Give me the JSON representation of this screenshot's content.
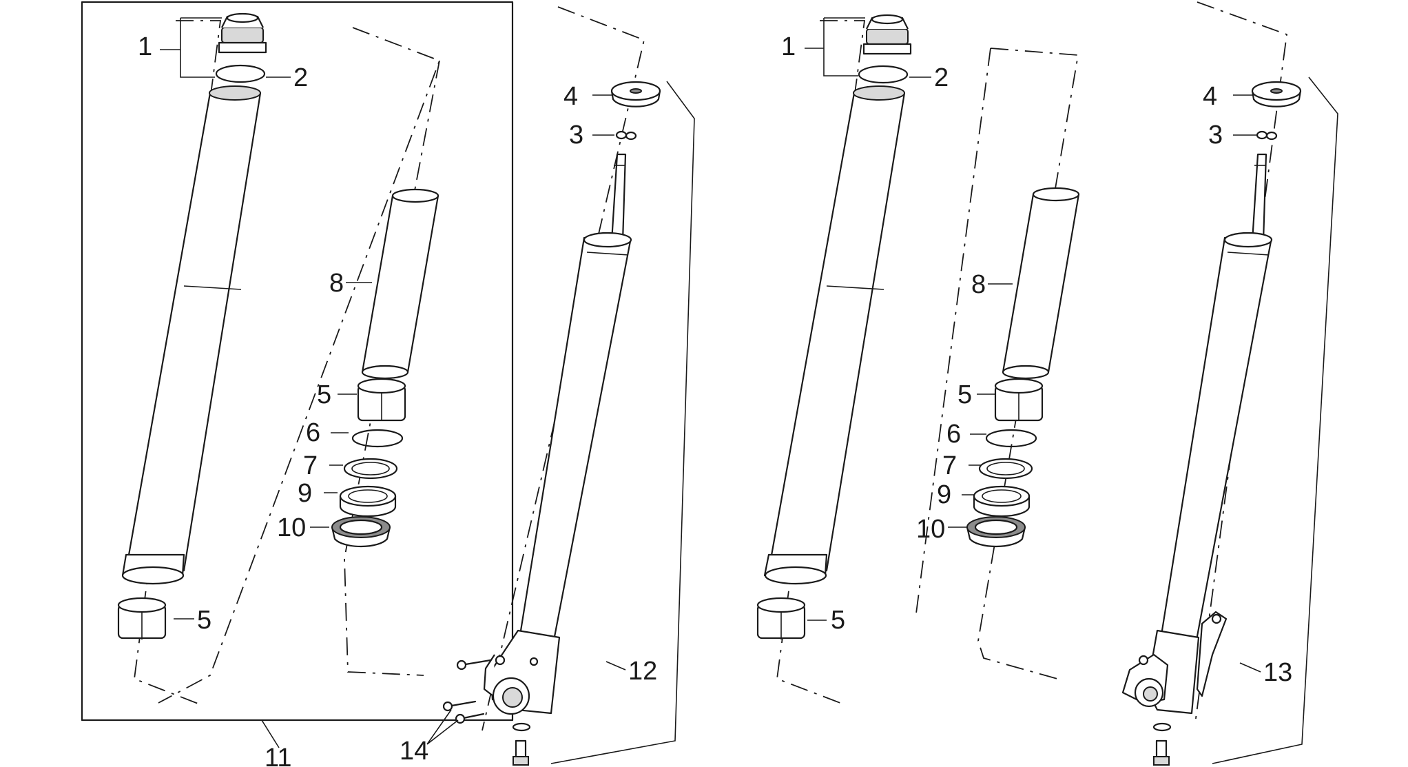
{
  "labels": {
    "l1": "1",
    "l2": "2",
    "l3": "3",
    "l4": "4",
    "l5a": "5",
    "l5b": "5",
    "l6": "6",
    "l7": "7",
    "l8": "8",
    "l9": "9",
    "l10": "10",
    "l11": "11",
    "l12": "12",
    "l14": "14",
    "r1": "1",
    "r2": "2",
    "r3": "3",
    "r4": "4",
    "r5a": "5",
    "r5b": "5",
    "r6": "6",
    "r7": "7",
    "r8": "8",
    "r9": "9",
    "r10": "10",
    "r13": "13"
  }
}
